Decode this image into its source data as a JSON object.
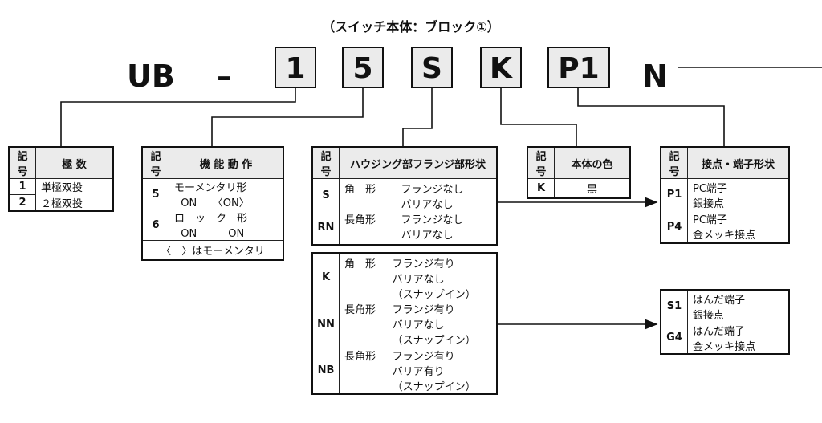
{
  "title": "（スイッチ本体：ブロック①）",
  "model": {
    "prefix": "UB",
    "dash": "–",
    "boxes": [
      "1",
      "5",
      "S",
      "K",
      "P1"
    ],
    "suffix": "N"
  },
  "poles": {
    "h_sym": "記号",
    "h_desc": "極 数",
    "rows": [
      {
        "sym": "1",
        "desc": "単極双投"
      },
      {
        "sym": "2",
        "desc": "２極双投"
      }
    ]
  },
  "action": {
    "h_sym": "記号",
    "h_desc": "機 能 動 作",
    "rows": [
      {
        "sym": "5",
        "desc": "モーメンタリ形\n  ON　　〈ON〉"
      },
      {
        "sym": "6",
        "desc": "ロ　ッ　ク　形\n  ON　　　ON"
      }
    ],
    "note": "〈　〉はモーメンタリ"
  },
  "housing": {
    "h_sym": "記号",
    "h_desc": "ハウジング部フランジ部形状",
    "rows": [
      {
        "sym": "S",
        "shape": "角　形",
        "flange": "フランジなし\nバリアなし"
      },
      {
        "sym": "RN",
        "shape": "長角形",
        "flange": "フランジなし\nバリアなし"
      }
    ]
  },
  "housing2": {
    "rows": [
      {
        "sym": "K",
        "shape": "角　形",
        "flange": "フランジ有り\nバリアなし\n（スナップイン）"
      },
      {
        "sym": "NN",
        "shape": "長角形",
        "flange": "フランジ有り\nバリアなし\n（スナップイン）"
      },
      {
        "sym": "NB",
        "shape": "長角形",
        "flange": "フランジ有り\nバリア有り\n（スナップイン）"
      }
    ]
  },
  "color": {
    "h_sym": "記号",
    "h_desc": "本体の色",
    "rows": [
      {
        "sym": "K",
        "desc": "黒"
      }
    ]
  },
  "terminal": {
    "h_sym": "記号",
    "h_desc": "接点・端子形状",
    "rows": [
      {
        "sym": "P1",
        "desc": "PC端子\n銀接点"
      },
      {
        "sym": "P4",
        "desc": "PC端子\n金メッキ接点"
      }
    ]
  },
  "terminal2": {
    "rows": [
      {
        "sym": "S1",
        "desc": "はんだ端子\n銀接点"
      },
      {
        "sym": "G4",
        "desc": "はんだ端子\n金メッキ接点"
      }
    ]
  }
}
